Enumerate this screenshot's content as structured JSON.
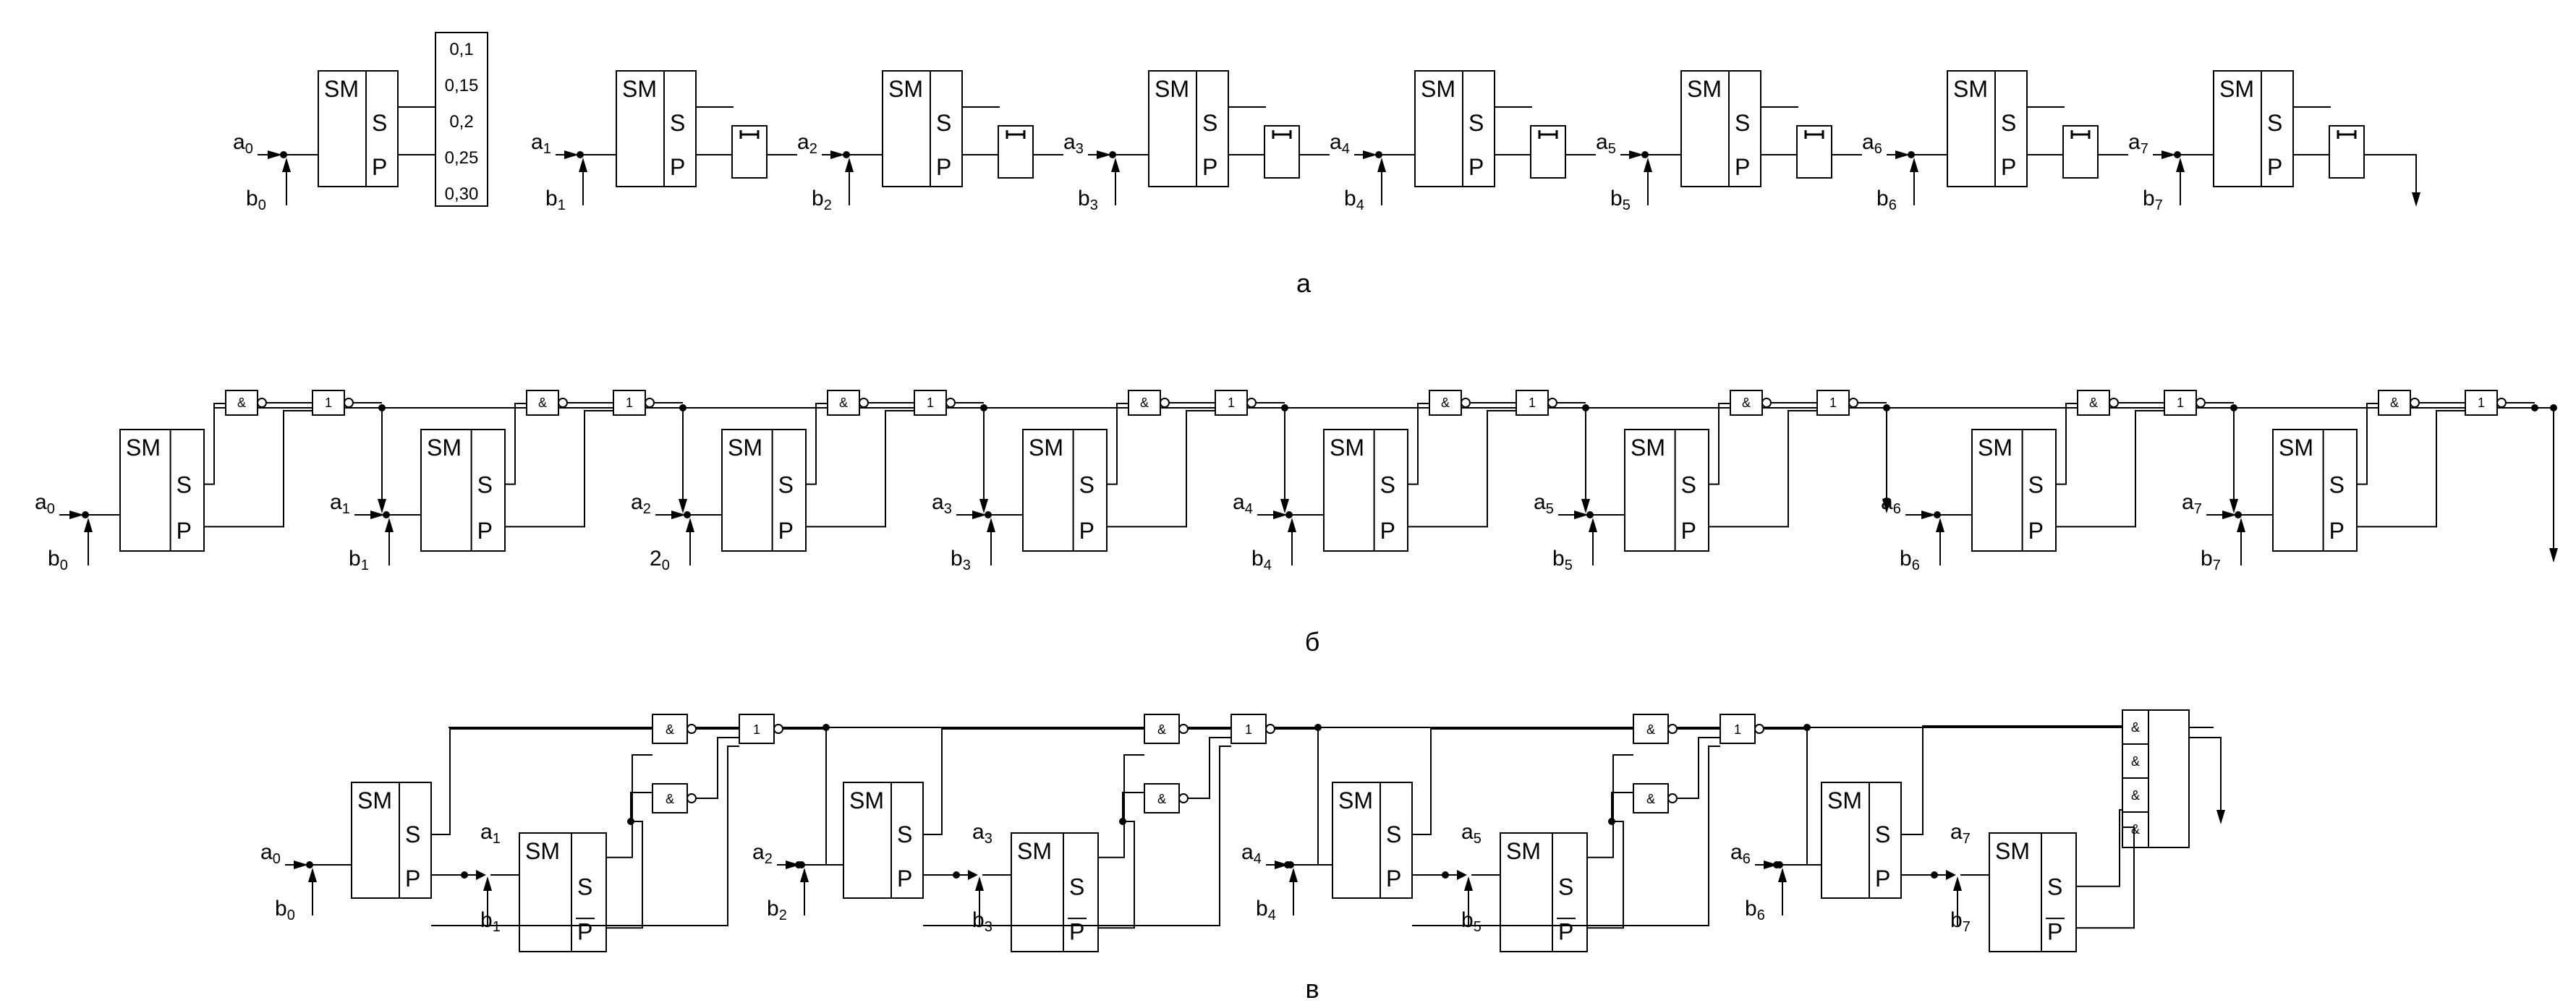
{
  "captions": {
    "a": "а",
    "b": "б",
    "c": "в"
  },
  "cell": {
    "sm": "SM",
    "s": "S",
    "p": "P",
    "pbar": "P",
    "and": "&",
    "or": "1"
  },
  "row_a": {
    "a_labels": [
      "a",
      "a",
      "a",
      "a",
      "a",
      "a",
      "a",
      "a"
    ],
    "a_subs": [
      "0",
      "1",
      "2",
      "3",
      "4",
      "5",
      "6",
      "7"
    ],
    "b_labels": [
      "b",
      "b",
      "b",
      "b",
      "b",
      "b",
      "b",
      "b"
    ],
    "b_subs": [
      "0",
      "1",
      "2",
      "3",
      "4",
      "5",
      "6",
      "7"
    ],
    "delays": [
      "0,1",
      "0,15",
      "0,2",
      "0,25",
      "0,30"
    ]
  },
  "row_b": {
    "a_labels": [
      "a",
      "a",
      "a",
      "a",
      "a",
      "a",
      "a",
      "a"
    ],
    "a_subs": [
      "0",
      "1",
      "2",
      "3",
      "4",
      "5",
      "6",
      "7"
    ],
    "b_labels": [
      "b",
      "b",
      "2",
      "b",
      "b",
      "b",
      "b",
      "b"
    ],
    "b_subs": [
      "0",
      "1",
      "0",
      "3",
      "4",
      "5",
      "6",
      "7"
    ]
  },
  "row_c": {
    "a_labels": [
      "a",
      "a",
      "a",
      "a",
      "a",
      "a",
      "a",
      "a"
    ],
    "a_subs": [
      "0",
      "1",
      "2",
      "3",
      "4",
      "5",
      "6",
      "7"
    ],
    "b_labels": [
      "b",
      "b",
      "b",
      "b",
      "b",
      "b",
      "b",
      "b"
    ],
    "b_subs": [
      "0",
      "1",
      "2",
      "3",
      "4",
      "5",
      "6",
      "7"
    ]
  }
}
